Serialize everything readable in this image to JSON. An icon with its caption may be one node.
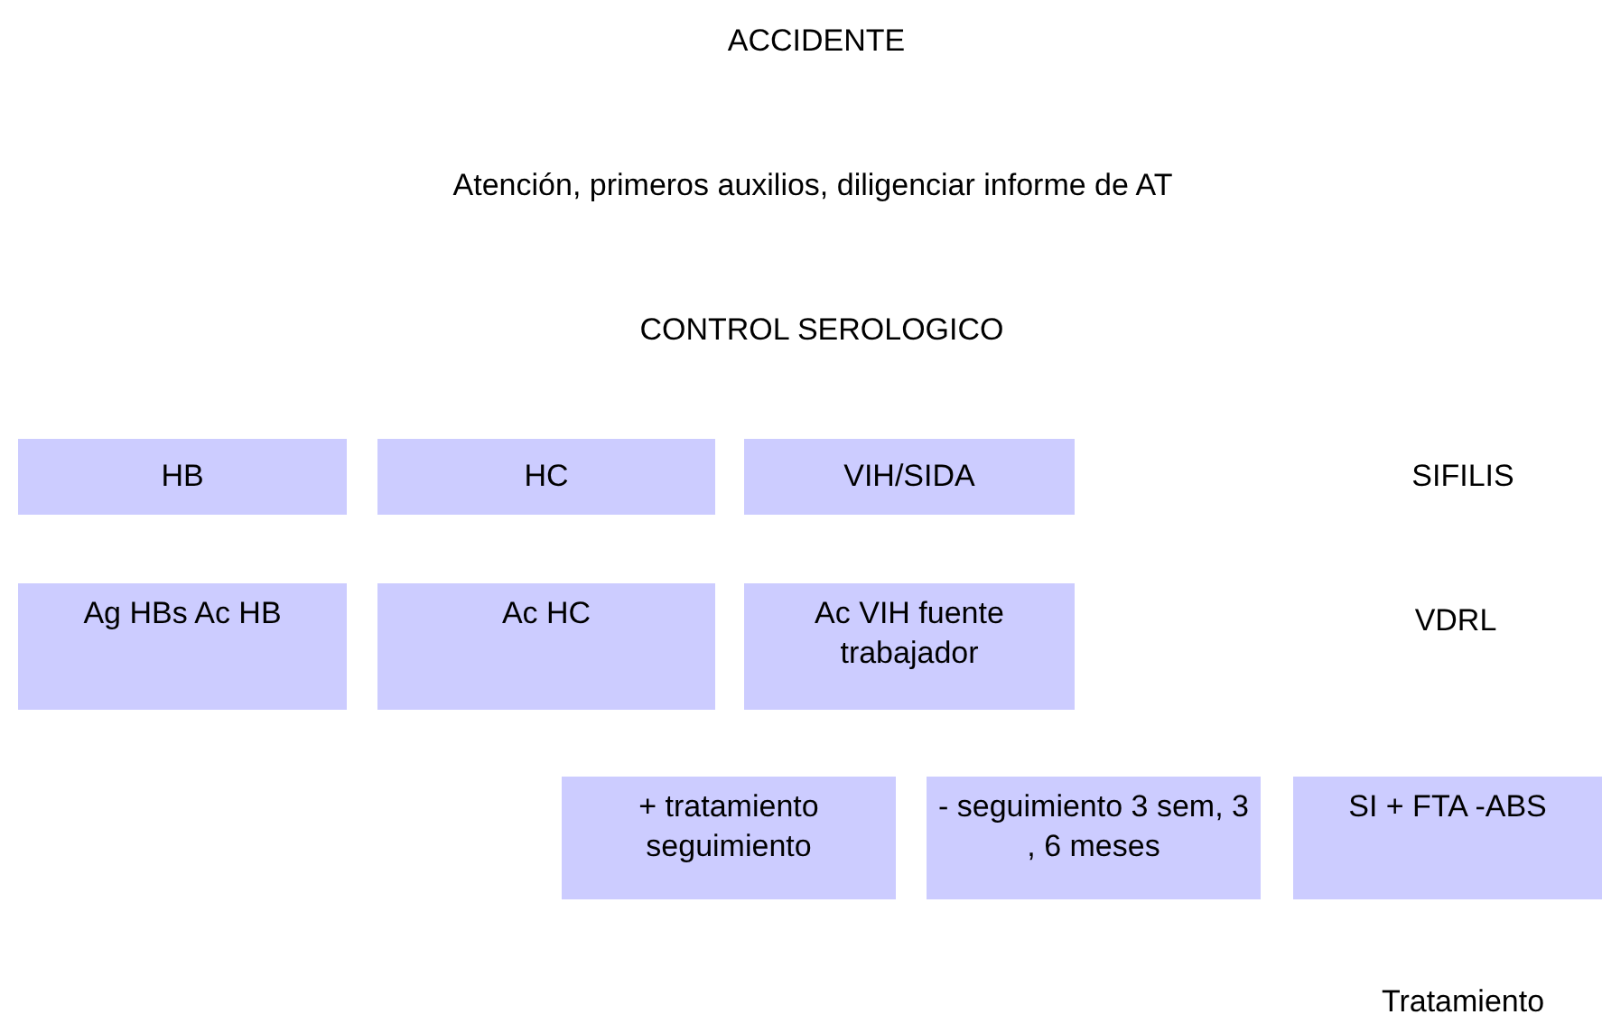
{
  "diagram": {
    "nodes": [
      {
        "text": [
          "HB"
        ]
      },
      {
        "text": [
          "HC"
        ]
      },
      {
        "text": [
          "VIH/SIDA"
        ]
      },
      {
        "text": [
          "Ag HBs Ac HB"
        ]
      },
      {
        "text": [
          "Ac HC"
        ]
      },
      {
        "text": [
          "Ac VIH fuente trabajador"
        ]
      },
      {
        "text": [
          "+ tratamiento seguimiento"
        ]
      },
      {
        "text": [
          "- seguimiento 3 sem, 3 , 6 meses"
        ]
      },
      {
        "text": [
          "SI + FTA -ABS"
        ]
      }
    ],
    "labels": [
      "ACCIDENTE",
      "Atención, primeros auxilios, diligenciar informe de AT",
      "CONTROL SEROLOGICO",
      "SIFILIS",
      "VDRL",
      "Tratamiento"
    ]
  }
}
